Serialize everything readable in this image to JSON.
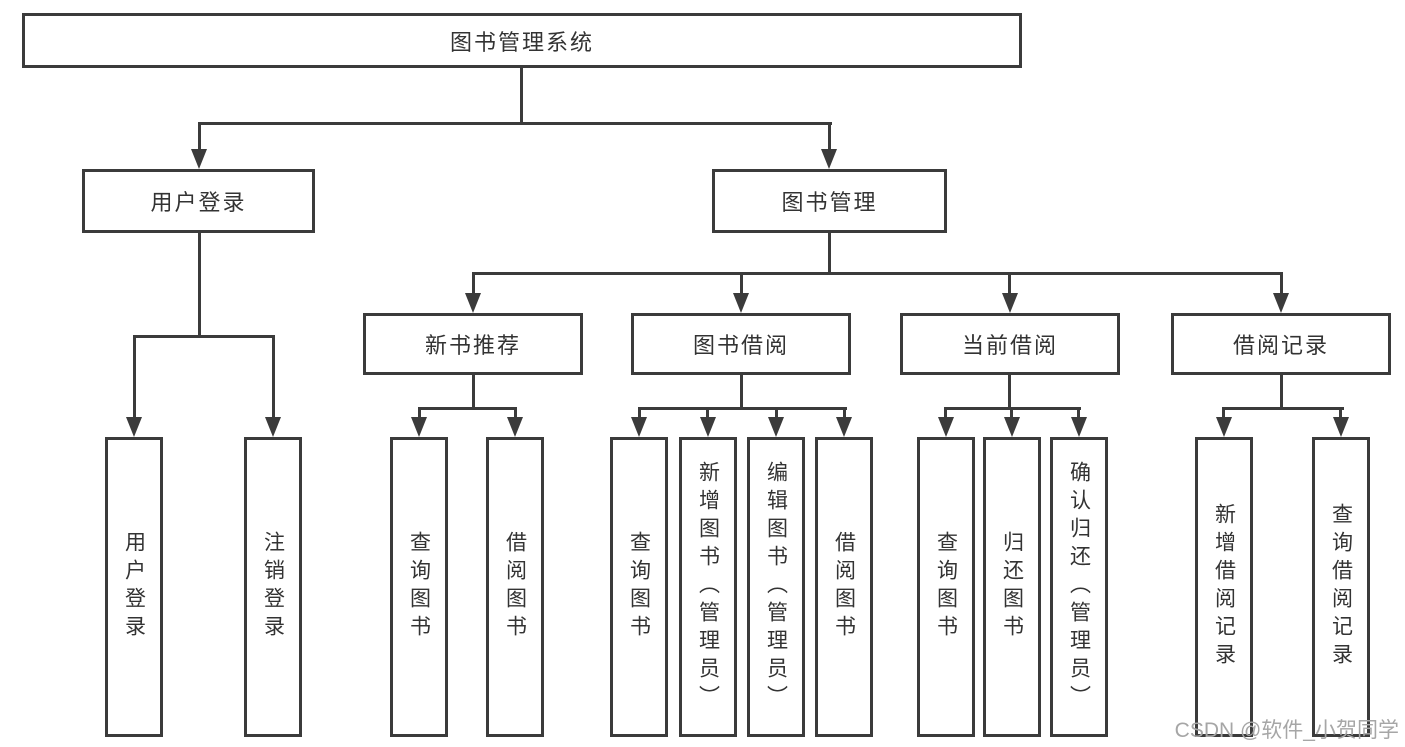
{
  "tree": {
    "root": {
      "label": "图书管理系统"
    },
    "branches": [
      {
        "label": "用户登录",
        "children": [
          "用户登录",
          "注销登录"
        ]
      },
      {
        "label": "图书管理",
        "groups": [
          {
            "label": "新书推荐",
            "children": [
              "查询图书",
              "借阅图书"
            ]
          },
          {
            "label": "图书借阅",
            "children": [
              "查询图书",
              "新增图书（管理员）",
              "编辑图书（管理员）",
              "借阅图书"
            ]
          },
          {
            "label": "当前借阅",
            "children": [
              "查询图书",
              "归还图书",
              "确认归还（管理员）"
            ]
          },
          {
            "label": "借阅记录",
            "children": [
              "新增借阅记录",
              "查询借阅记录"
            ]
          }
        ]
      }
    ]
  },
  "watermark": {
    "text": "CSDN @软件_小贺同学"
  },
  "colors": {
    "line": "#3b3b3b",
    "text": "#333333",
    "background": "#ffffff",
    "watermark": "#a6a6a6"
  }
}
